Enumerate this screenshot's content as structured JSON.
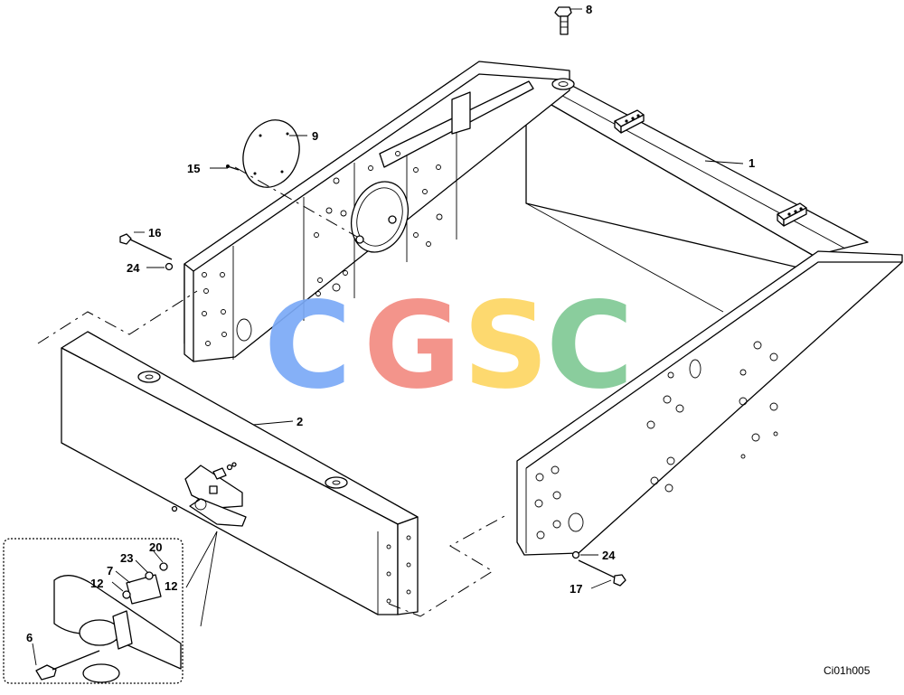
{
  "diagram": {
    "callouts": [
      {
        "id": "c8",
        "text": "8"
      },
      {
        "id": "c1",
        "text": "1"
      },
      {
        "id": "c9",
        "text": "9"
      },
      {
        "id": "c15",
        "text": "15"
      },
      {
        "id": "c16",
        "text": "16"
      },
      {
        "id": "c24a",
        "text": "24"
      },
      {
        "id": "c2",
        "text": "2"
      },
      {
        "id": "c24b",
        "text": "24"
      },
      {
        "id": "c17",
        "text": "17"
      },
      {
        "id": "c20",
        "text": "20"
      },
      {
        "id": "c23",
        "text": "23"
      },
      {
        "id": "c7",
        "text": "7"
      },
      {
        "id": "c12a",
        "text": "12"
      },
      {
        "id": "c12b",
        "text": "12"
      },
      {
        "id": "c6",
        "text": "6"
      }
    ],
    "drawing_code": "Ci01h005",
    "watermark": {
      "letters": [
        "C",
        "G",
        "S",
        "C"
      ],
      "colors": [
        "#7baaf7",
        "#f28b82",
        "#fdd663",
        "#81c995"
      ]
    }
  }
}
